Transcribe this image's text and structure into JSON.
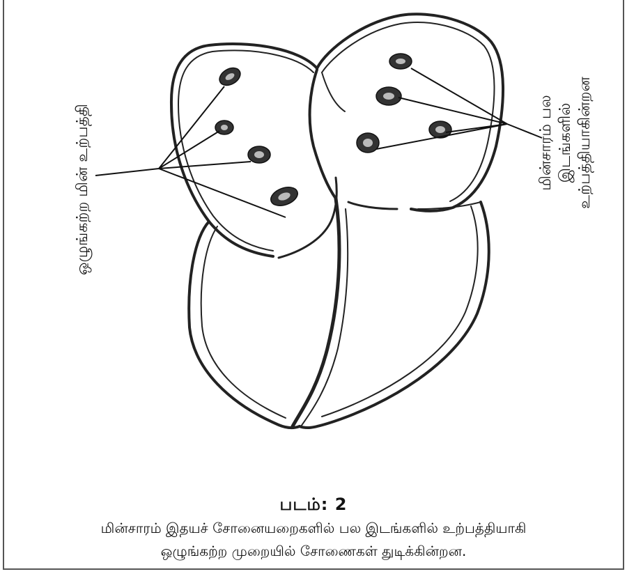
{
  "labels": {
    "left": "ஒழுங்கற்ற மின் உற்பத்தி",
    "right": [
      "மின்சாரம் பல",
      "இடங்களில்",
      "உற்பத்தியாகின்றன"
    ]
  },
  "caption": {
    "title": "படம்: 2",
    "line1": "மின்சாரம் இதயச் சோனையறைகளில் பல இடங்களில் உற்பத்தியாகி",
    "line2": "ஒழுங்கற்ற முறையில் சோணைகள் துடிக்கின்றன."
  }
}
